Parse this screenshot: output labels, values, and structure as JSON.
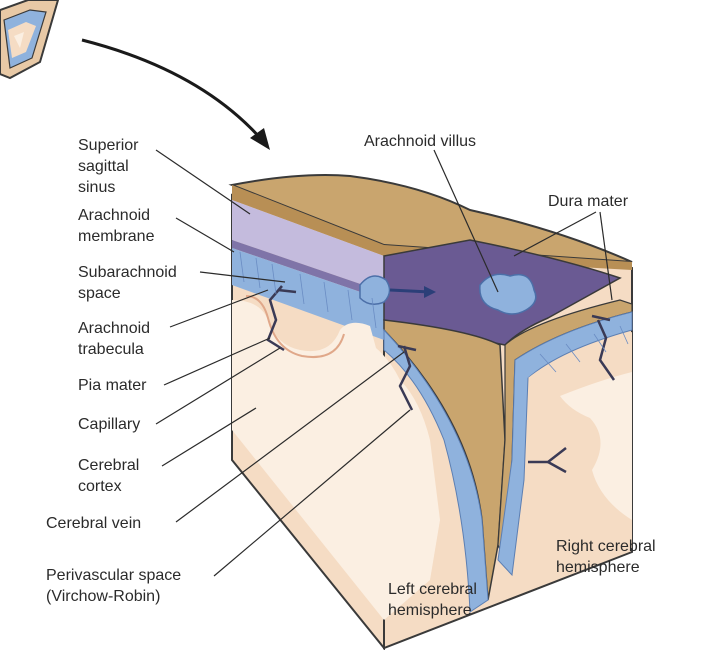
{
  "labels": {
    "superior_sagittal_sinus": [
      "Superior",
      "sagittal",
      "sinus"
    ],
    "arachnoid_membrane": [
      "Arachnoid",
      "membrane"
    ],
    "subarachnoid_space": [
      "Subarachnoid",
      "space"
    ],
    "arachnoid_trabecula": [
      "Arachnoid",
      "trabecula"
    ],
    "pia_mater": "Pia mater",
    "capillary": "Capillary",
    "cerebral_cortex": [
      "Cerebral",
      "cortex"
    ],
    "cerebral_vein": "Cerebral vein",
    "perivascular_space": [
      "Perivascular space",
      "(Virchow-Robin)"
    ],
    "arachnoid_villus": "Arachnoid villus",
    "dura_mater": "Dura mater",
    "right_cerebral_hemisphere": [
      "Right cerebral",
      "hemisphere"
    ],
    "left_cerebral_hemisphere": [
      "Left cerebral",
      "hemisphere"
    ]
  },
  "colors": {
    "dura": "#c9a56e",
    "sinus": "#6a5a93",
    "subarachnoid": "#8fb2dd",
    "cortex": "#f5dcc4",
    "white_matter": "#fbefe2",
    "vessel": "#3a3a55"
  }
}
